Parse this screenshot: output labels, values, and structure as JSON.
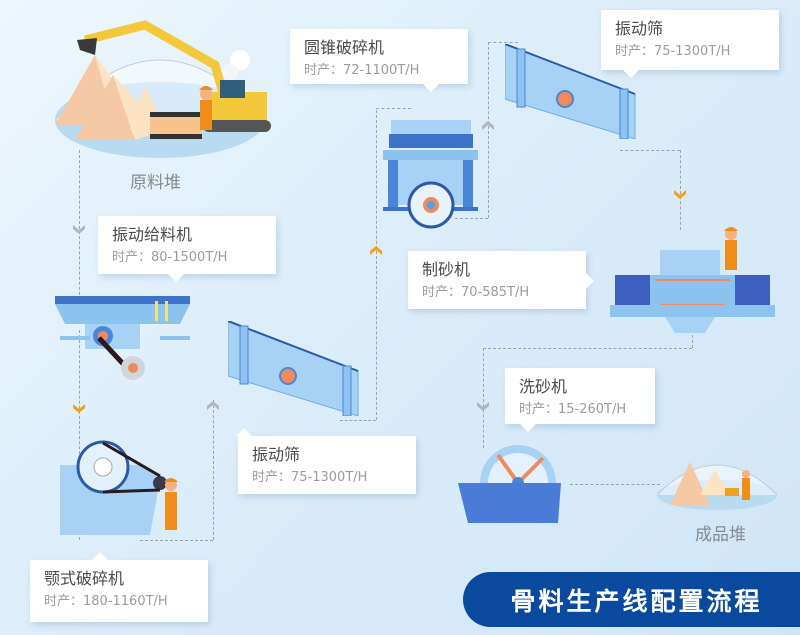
{
  "title": "骨料生产线配置流程",
  "piles": {
    "raw": {
      "label": "原料堆"
    },
    "finished": {
      "label": "成品堆"
    }
  },
  "stations": [
    {
      "id": "cone-crusher",
      "name": "圆锥破碎机",
      "capacity": "时产：72-1100T/H"
    },
    {
      "id": "vibrating-screen-top",
      "name": "振动筛",
      "capacity": "时产：75-1300T/H"
    },
    {
      "id": "vibrating-feeder",
      "name": "振动给料机",
      "capacity": "时产：80-1500T/H"
    },
    {
      "id": "sand-maker",
      "name": "制砂机",
      "capacity": "时产：70-585T/H"
    },
    {
      "id": "sand-washer",
      "name": "洗砂机",
      "capacity": "时产：15-260T/H"
    },
    {
      "id": "vibrating-screen-bottom",
      "name": "振动筛",
      "capacity": "时产：75-1300T/H"
    },
    {
      "id": "jaw-crusher",
      "name": "颚式破碎机",
      "capacity": "时产：180-1160T/H"
    }
  ],
  "flow_order": [
    "原料堆",
    "振动给料机",
    "颚式破碎机",
    "振动筛",
    "圆锥破碎机",
    "振动筛",
    "制砂机",
    "洗砂机",
    "成品堆"
  ],
  "colors": {
    "banner": "#0a4a9e",
    "arrow_active": "#f5a01a",
    "arrow_inactive": "#b0b6bc",
    "machine_blue": "#4a86d8",
    "machine_light": "#a8d2f5",
    "accent_orange": "#f08a5d"
  }
}
